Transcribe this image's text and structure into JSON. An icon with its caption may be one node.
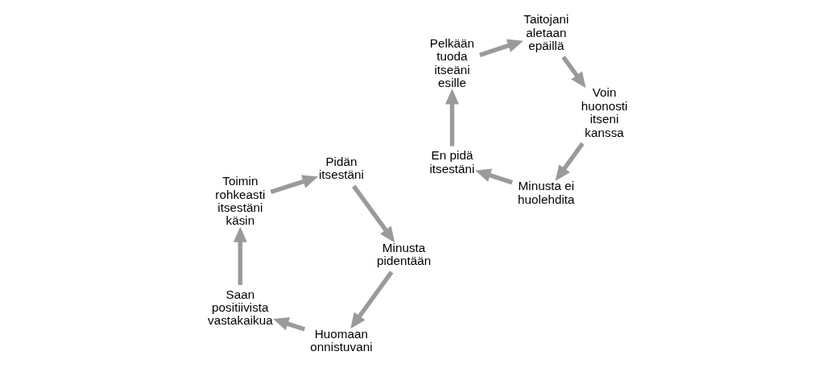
{
  "diagram": {
    "nodes": [
      {
        "text": [
          "Huomaan onnistuvani"
        ]
      },
      {
        "text": [
          "Saan positiivista vastakaikua"
        ]
      },
      {
        "text": [
          "Toimin rohkeasti itsestäni käsin"
        ]
      },
      {
        "text": [
          "Pidän itsestäni"
        ]
      },
      {
        "text": [
          "Minusta pidentään"
        ]
      },
      {
        "text": [
          "Minusta ei huolehdita"
        ]
      },
      {
        "text": [
          "En pidä itsestäni"
        ]
      },
      {
        "text": [
          "Pelkään tuoda itseäni esille"
        ]
      },
      {
        "text": [
          "Taitojani aletaan epäillä"
        ]
      },
      {
        "text": [
          "Voin huonosti itseni kanssa"
        ]
      }
    ],
    "edges": [
      {
        "from": 0,
        "to": 1,
        "arrow": "to"
      },
      {
        "from": 1,
        "to": 2,
        "arrow": "to"
      },
      {
        "from": 2,
        "to": 3,
        "arrow": "to"
      },
      {
        "from": 3,
        "to": 4,
        "arrow": "to"
      },
      {
        "from": 4,
        "to": 0,
        "arrow": "to"
      },
      {
        "from": 5,
        "to": 6,
        "arrow": "to"
      },
      {
        "from": 6,
        "to": 7,
        "arrow": "to"
      },
      {
        "from": 7,
        "to": 8,
        "arrow": "to"
      },
      {
        "from": 8,
        "to": 9,
        "arrow": "to"
      },
      {
        "from": 9,
        "to": 5,
        "arrow": "to"
      }
    ]
  }
}
